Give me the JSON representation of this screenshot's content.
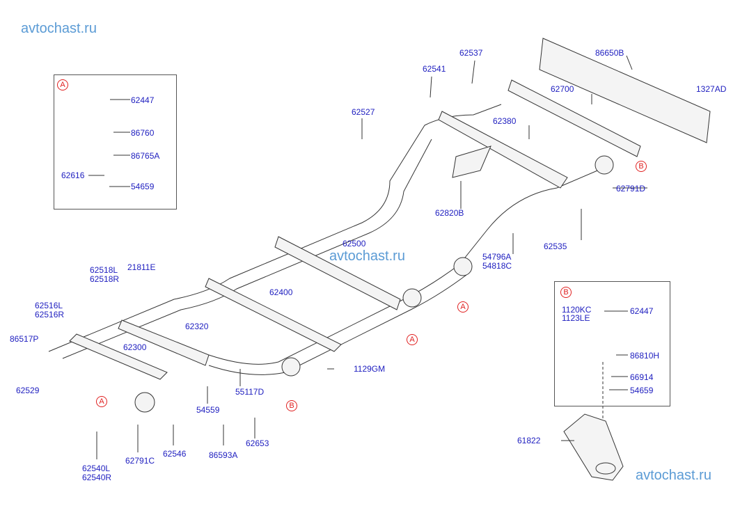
{
  "watermarks": {
    "top_left": "avtochast.ru",
    "center": "avtochast.ru",
    "bottom_right": "avtochast.ru"
  },
  "detail_a": {
    "marker": "A",
    "labels": [
      "62447",
      "86760",
      "86765A",
      "62616",
      "54659"
    ]
  },
  "detail_b": {
    "marker": "B",
    "labels": [
      "62447",
      "1120KC",
      "1123LE",
      "86810H",
      "66914",
      "54659"
    ]
  },
  "main_labels": {
    "p86650B": "86650B",
    "p1327AD": "1327AD",
    "p62537": "62537",
    "p62541": "62541",
    "p62700": "62700",
    "p62527": "62527",
    "p62380": "62380",
    "p62791D": "62791D",
    "p62820B": "62820B",
    "p62535": "62535",
    "p54796A": "54796A",
    "p54818C": "54818C",
    "p62500": "62500",
    "p62400": "62400",
    "p62518L": "62518L",
    "p62518R": "62518R",
    "p21811E": "21811E",
    "p62516L": "62516L",
    "p62516R": "62516R",
    "p86517P": "86517P",
    "p62320": "62320",
    "p62300": "62300",
    "p62529": "62529",
    "p1129GM": "1129GM",
    "p55117D": "55117D",
    "p54559": "54559",
    "p62653": "62653",
    "p62546": "62546",
    "p86593A": "86593A",
    "p62791C": "62791C",
    "p62540L": "62540L",
    "p62540R": "62540R",
    "p61822": "61822"
  },
  "callout_markers": {
    "b_front": "B",
    "b_rear": "B",
    "a_left": "A",
    "a_mid": "A",
    "a_right": "A"
  },
  "colors": {
    "label": "#2020c0",
    "marker": "#e02020",
    "watermark": "#5b9bd5"
  }
}
